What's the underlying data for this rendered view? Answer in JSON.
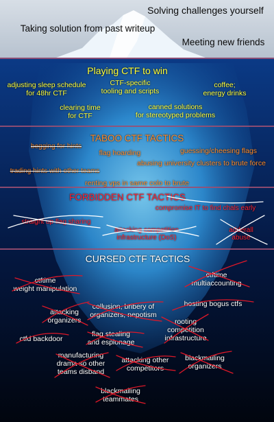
{
  "top": {
    "solving": "Solving challenges yourself",
    "taking": "Taking solution from past writeup",
    "meeting": "Meeting new friends"
  },
  "tier1": {
    "title": "Playing CTF to win",
    "sleep": [
      "adjusting sleep schedule",
      "for 48hr CTF"
    ],
    "tooling": [
      "CTF-specific",
      "tooling and scripts"
    ],
    "coffee": [
      "coffee;",
      "energy drinks"
    ],
    "clearing": [
      "clearing time",
      "for CTF"
    ],
    "canned": [
      "canned solutions",
      "for stereotyped problems"
    ]
  },
  "tier2": {
    "title": "TABOO CTF TACTICS",
    "begging": "begging for hints",
    "hoarding": "flag hoarding",
    "guessing": "guessing/cheesing flags",
    "abusing": "abusing university clusters to brute force",
    "trading": "trading hints with other teams",
    "renting": "renting vps in same colo to brute"
  },
  "tier3": {
    "title": "FORBIDDEN CTF TACTICS",
    "compromise": "compromise IT to find chals early",
    "flagsharing": "straight up flag sharing",
    "attacking": [
      "attacking competition",
      "infrastructure (DoS)"
    ],
    "adderall": [
      "adderall",
      "abuse"
    ]
  },
  "tier4": {
    "title": "CURSED CTF TACTICS",
    "weight": [
      "ctftime",
      "weight manipulation"
    ],
    "multi": [
      "ctftime",
      "multiaccounting"
    ],
    "attackorg": [
      "attacking",
      "organizers"
    ],
    "collusion": [
      "collusion, bribery of",
      "organizers, nepotism"
    ],
    "hosting": "hosting bogus ctfs",
    "rooting": [
      "rooting",
      "competition",
      "infrastructure"
    ],
    "backdoor": "ctfd backdoor",
    "stealing": [
      "flag stealing",
      "and espionage"
    ],
    "drama": [
      "manufacturing",
      "drama so other",
      "teams disband"
    ],
    "attackcomp": [
      "attacking other",
      "competitors"
    ],
    "blackorg": [
      "blackmailing",
      "organizers"
    ],
    "blackteam": [
      "blackmailing",
      "teammates"
    ]
  },
  "colors": {
    "tier1": "#ffff3a",
    "tier2": "#ff8a2a",
    "tier3": "#ff2030",
    "tier4": "#ffffff",
    "strike": "#e01828"
  }
}
